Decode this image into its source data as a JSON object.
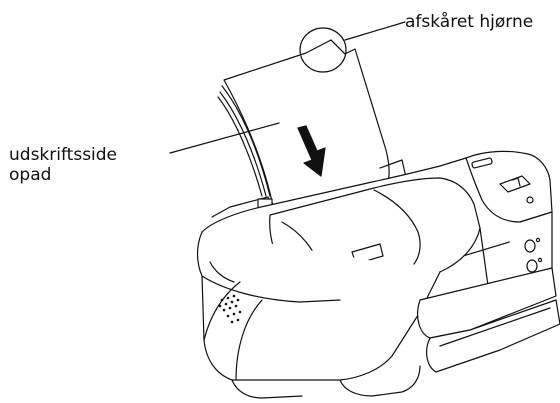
{
  "labels": {
    "cut_corner": "afskåret hjørne",
    "print_side_line1": "udskriftsside",
    "print_side_line2": "opad"
  }
}
